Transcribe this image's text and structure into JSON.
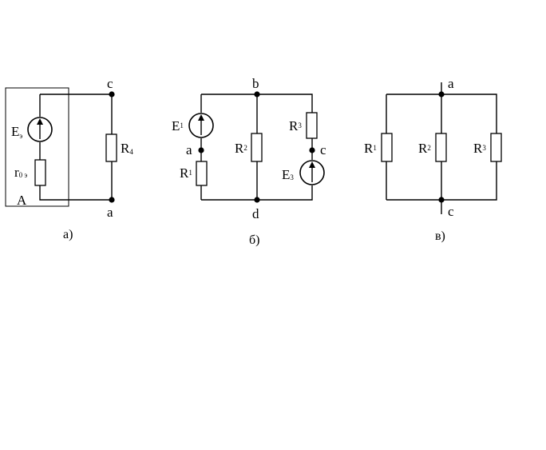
{
  "circuit_a": {
    "caption": "a)",
    "source_label": "E",
    "source_sub": "э",
    "resistor_internal_label": "r",
    "resistor_internal_sub": "0 э",
    "resistor_load_label": "R",
    "resistor_load_sub": "4",
    "node_top": "c",
    "node_bottom": "a",
    "box_label": "A"
  },
  "circuit_b": {
    "caption": "б)",
    "e1_label": "E",
    "e1_sub": "1",
    "e3_label": "E",
    "e3_sub": "3",
    "r1_label": "R",
    "r1_sub": "1",
    "r2_label": "R",
    "r2_sub": "2",
    "r3_label": "R",
    "r3_sub": "3",
    "node_top": "b",
    "node_bottom": "d",
    "node_left": "a",
    "node_right": "c"
  },
  "circuit_c": {
    "caption": "в)",
    "r1_label": "R",
    "r1_sub": "1",
    "r2_label": "R",
    "r2_sub": "2",
    "r3_label": "R",
    "r3_sub": "3",
    "node_top": "a",
    "node_bottom": "c"
  }
}
